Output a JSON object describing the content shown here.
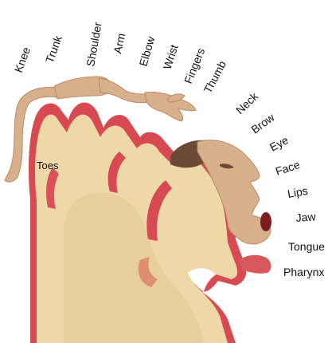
{
  "colors": {
    "cortex_fill": "#eed8a8",
    "cortex_shade": "#e2c690",
    "cortex_outline": "#8a1a20",
    "cortex_band": "#d84a52",
    "skin": "#d9b08c",
    "skin_shadow": "#b98a66",
    "hair": "#6b4a35",
    "mouth": "#7a1c22",
    "tongue": "#d6585a",
    "background": "#ffffff"
  },
  "labels": {
    "knee": "Knee",
    "trunk": "Trunk",
    "shoulder": "Shoulder",
    "arm": "Arm",
    "elbow": "Elbow",
    "wrist": "Wrist",
    "fingers": "Fingers",
    "thumb": "Thumb",
    "neck": "Neck",
    "brow": "Brow",
    "eye": "Eye",
    "face": "Face",
    "lips": "Lips",
    "jaw": "Jaw",
    "tongue": "Tongue",
    "pharynx": "Pharynx",
    "toes": "Toes"
  },
  "figure": {
    "regions": [
      "cortex",
      "homunculus-body",
      "homunculus-head",
      "tongue",
      "pharynx"
    ]
  }
}
